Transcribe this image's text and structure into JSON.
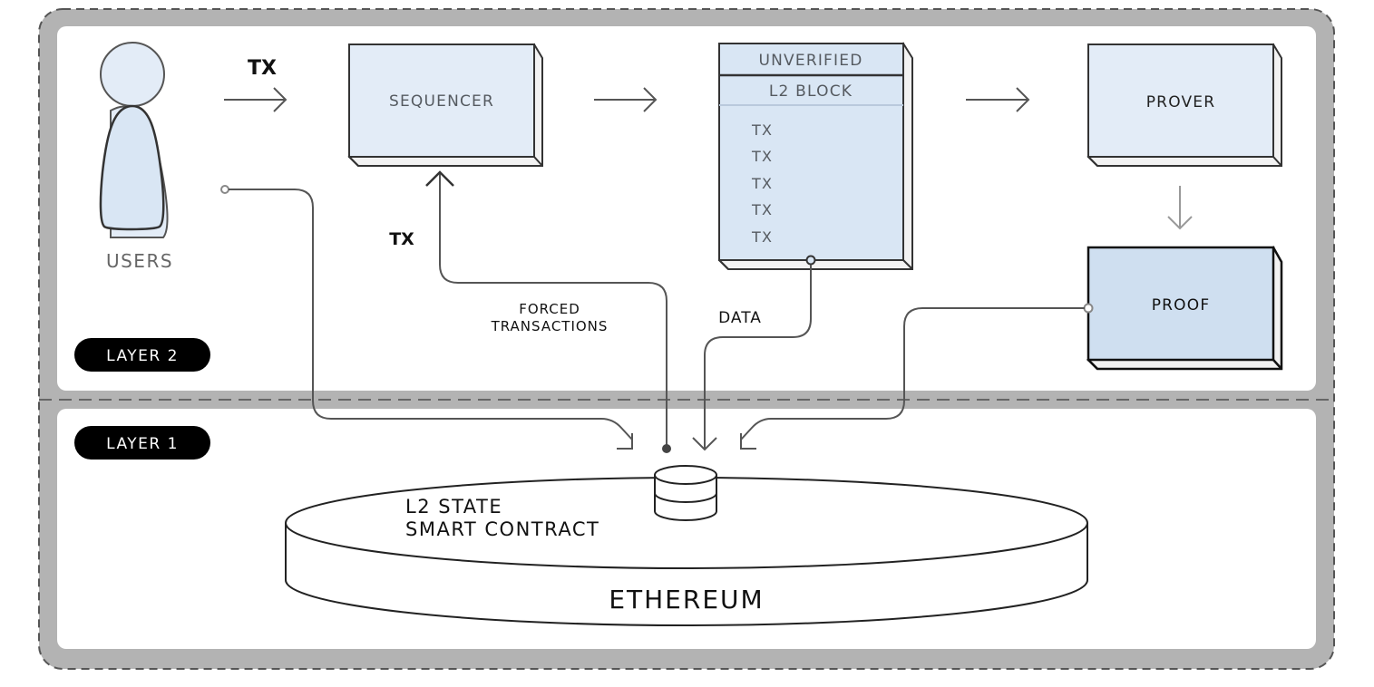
{
  "layers": {
    "layer2_label": "LAYER 2",
    "layer1_label": "LAYER 1"
  },
  "users": {
    "label": "USERS",
    "tx_label": "TX",
    "forced_tx_label": "TX"
  },
  "sequencer": {
    "label": "SEQUENCER"
  },
  "block": {
    "header": "UNVERIFIED",
    "subheader": "L2 BLOCK",
    "transactions": [
      "TX",
      "TX",
      "TX",
      "TX",
      "TX"
    ]
  },
  "prover": {
    "label": "PROVER"
  },
  "proof": {
    "label": "PROOF"
  },
  "connectors": {
    "forced_line1": "FORCED",
    "forced_line2": "TRANSACTIONS",
    "data": "DATA"
  },
  "ethereum": {
    "label": "ETHEREUM",
    "contract_line1": "L2 STATE",
    "contract_line2": "SMART CONTRACT"
  },
  "colors": {
    "frame": "#b3b3b3",
    "box_fill_light": "#e3ecf7",
    "box_fill_dark": "#cfdff0",
    "pill": "#000000",
    "line": "#555555"
  }
}
